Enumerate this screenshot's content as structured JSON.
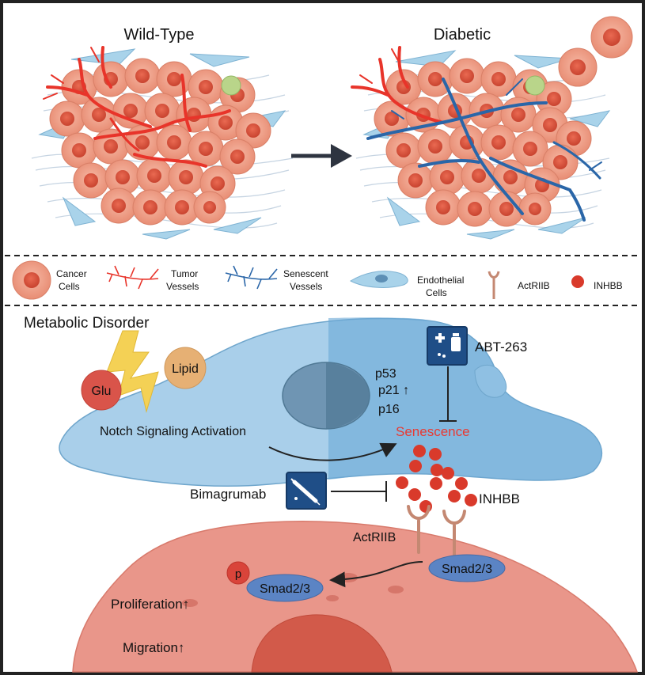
{
  "top": {
    "wildtype_title": "Wild-Type",
    "diabetic_title": "Diabetic"
  },
  "legend": {
    "cancer_cells": [
      "Cancer",
      "Cells"
    ],
    "tumor_vessels": [
      "Tumor",
      "Vessels"
    ],
    "senescent_vessels": [
      "Senescent",
      "Vessels"
    ],
    "endothelial_cells": [
      "Endothelial",
      "Cells"
    ],
    "actriib": "ActRIIB",
    "inhbb": "INHBB"
  },
  "mechanism": {
    "metabolic_disorder": "Metabolic Disorder",
    "glu": "Glu",
    "lipid": "Lipid",
    "notch": "Notch Signaling Activation",
    "p53": "p53",
    "p21": "p21 ↑",
    "p16": "p16",
    "abt": "ABT-263",
    "senescence": "Senescence",
    "bimagrumab": "Bimagrumab",
    "inhbb": "INHBB",
    "actriib": "ActRIIB",
    "smad": "Smad2/3",
    "psmad": "Smad2/3",
    "p": "p",
    "proliferation": "Proliferation↑",
    "migration": "Migration↑"
  },
  "colors": {
    "tumor_vessel": "#e8342a",
    "senescent_vessel": "#2a66a8",
    "cancer_cell": "#f2a58e",
    "nucleus": "#d9533e",
    "endothelial_cell": "#a9d3ea",
    "inhbb": "#d93a2b",
    "senescence_text": "#e83a33",
    "smad": "#5b84c4",
    "drug_box": "#1f4e87"
  }
}
